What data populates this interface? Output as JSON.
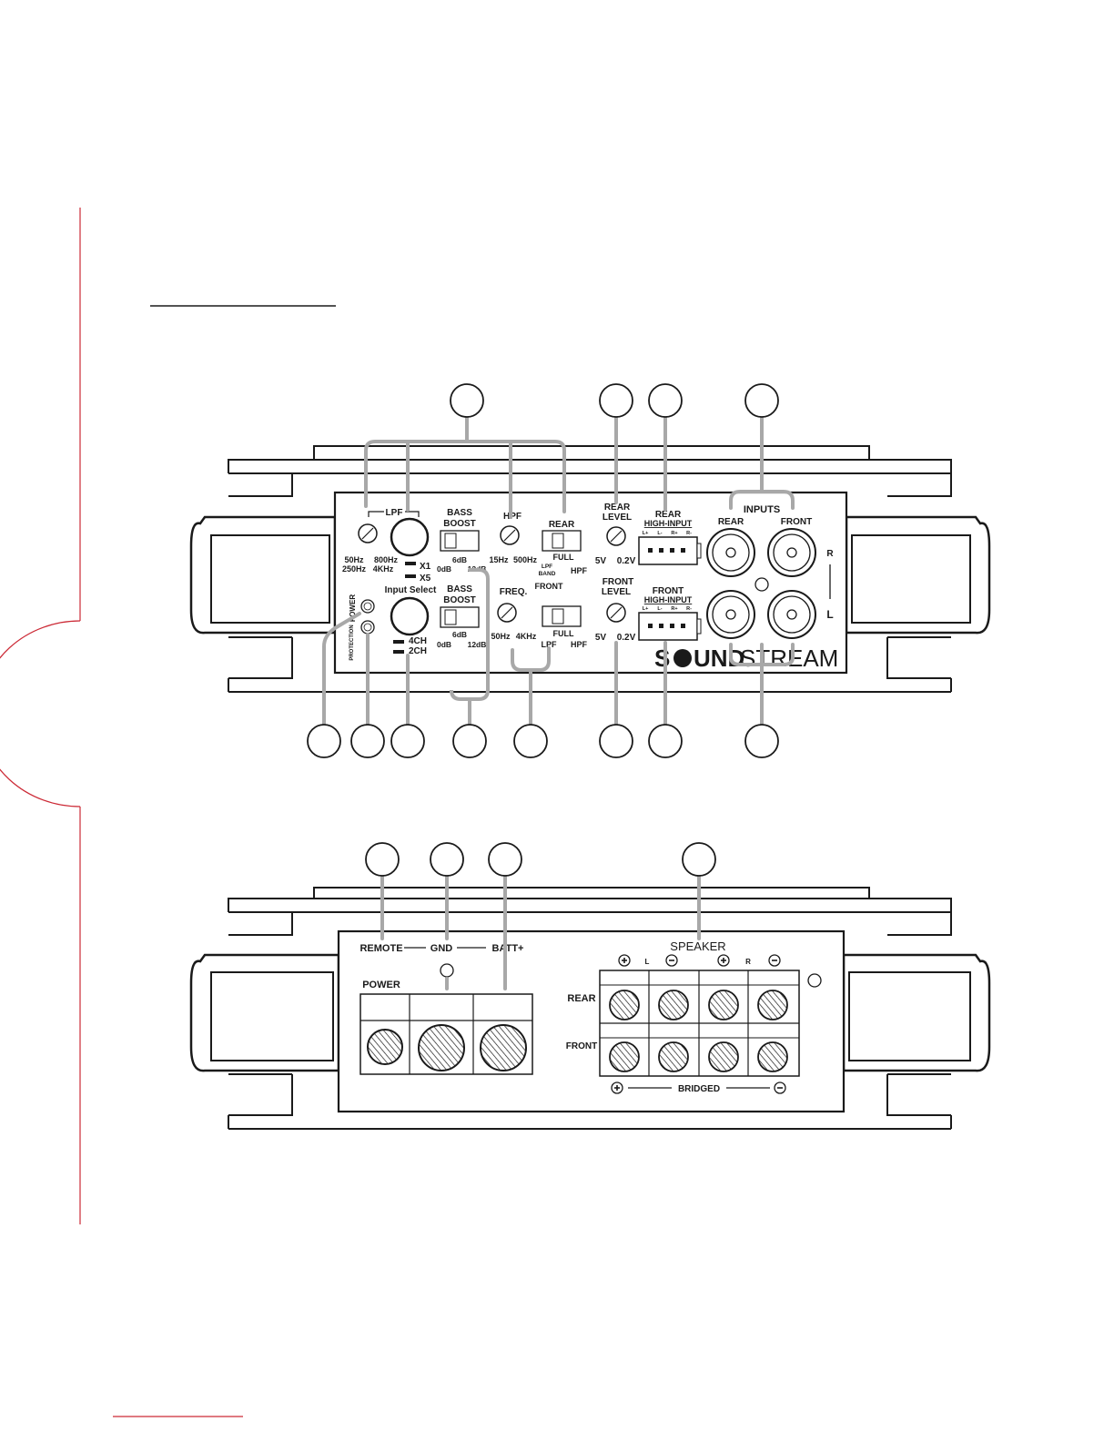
{
  "top_panel": {
    "lpf": "LPF",
    "lpf_freq_low": "50Hz",
    "lpf_freq_low2": "250Hz",
    "lpf_freq_high": "800Hz",
    "lpf_freq_high2": "4KHz",
    "x1": "X1",
    "x5": "X5",
    "input_select": "Input Select",
    "ch4": "4CH",
    "ch2": "2CH",
    "power": "POWER",
    "protection": "PROTECTION",
    "bass_boost_1": "BASS",
    "bass_boost_2": "BOOST",
    "db0": "0dB",
    "db6": "6dB",
    "db12": "12dB",
    "hpf": "HPF",
    "hpf_low": "15Hz",
    "hpf_high": "500Hz",
    "freq": "FREQ.",
    "freq_low": "50Hz",
    "freq_high": "4KHz",
    "rear": "REAR",
    "front": "FRONT",
    "full": "FULL",
    "lpf_band_1": "LPF",
    "lpf_band_2": "BAND",
    "hpf_sw": "HPF",
    "lpf_sw": "LPF",
    "rear_level_1": "REAR",
    "rear_level_2": "LEVEL",
    "front_level_1": "FRONT",
    "front_level_2": "LEVEL",
    "v5": "5V",
    "v02": "0.2V",
    "rear_hi_1": "REAR",
    "front_hi_1": "FRONT",
    "high_input": "HIGH-INPUT",
    "pins": [
      "L+",
      "L-",
      "R+",
      "R-"
    ],
    "inputs": "INPUTS",
    "in_rear": "REAR",
    "in_front": "FRONT",
    "r": "R",
    "l": "L",
    "brand_a": "S",
    "brand_b": "UND",
    "brand_c": "STREAM"
  },
  "bottom_panel": {
    "remote": "REMOTE",
    "gnd": "GND",
    "batt": "BATT+",
    "power": "POWER",
    "speaker": "SPEAKER",
    "l": "L",
    "r": "R",
    "rear": "REAR",
    "front": "FRONT",
    "bridged": "BRIDGED"
  },
  "colors": {
    "accent_red": "#cc2a36",
    "callout_gray": "#a8a8a8",
    "ink": "#1a1a1a"
  }
}
